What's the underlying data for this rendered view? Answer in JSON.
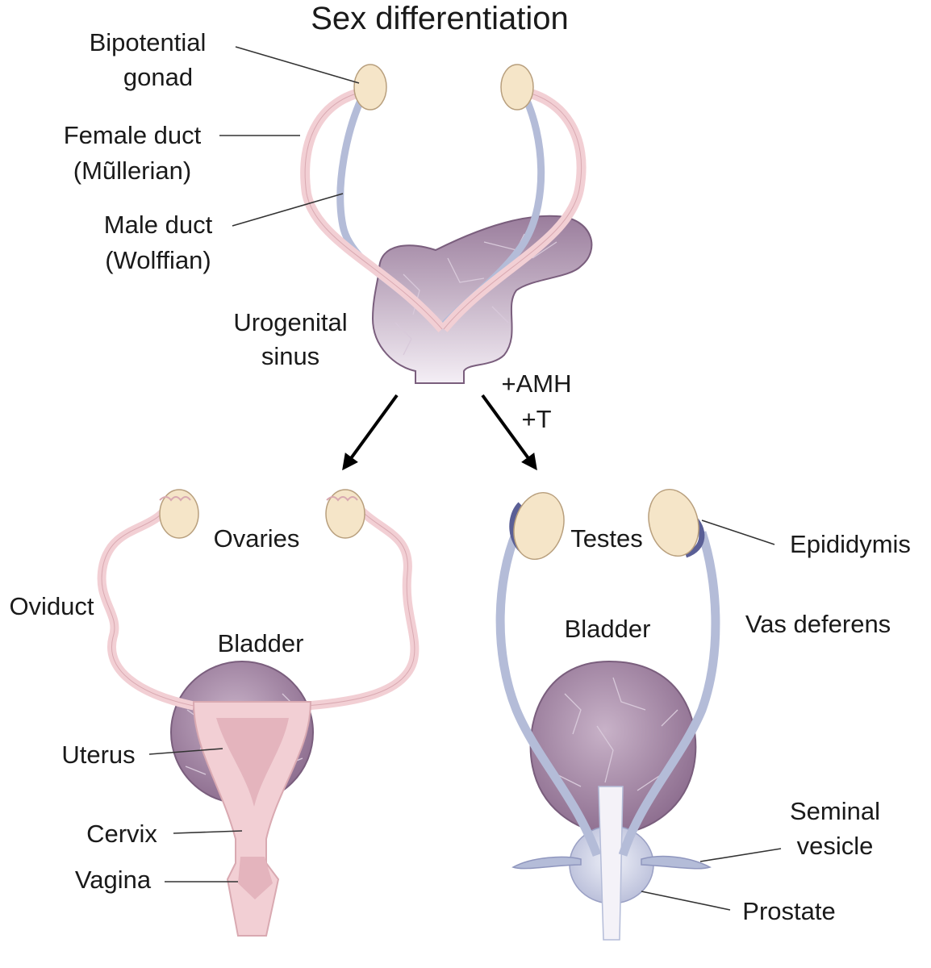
{
  "title": "Sex differentiation",
  "top": {
    "bipotential_gonad": [
      "Bipotential",
      "gonad"
    ],
    "female_duct": [
      "Female duct",
      "(Mũllerian)"
    ],
    "male_duct": [
      "Male duct",
      "(Wolffian)"
    ],
    "urogenital_sinus": [
      "Urogenital",
      "sinus"
    ]
  },
  "arrow_label": [
    "+AMH",
    "+T"
  ],
  "female": {
    "ovaries": "Ovaries",
    "oviduct": "Oviduct",
    "bladder": "Bladder",
    "uterus": "Uterus",
    "cervix": "Cervix",
    "vagina": "Vagina"
  },
  "male": {
    "testes": "Testes",
    "epididymis": "Epididymis",
    "bladder": "Bladder",
    "vas_deferens": "Vas deferens",
    "seminal_vesicle": [
      "Seminal",
      "vesicle"
    ],
    "prostate": "Prostate"
  },
  "colors": {
    "organ_purple": "#9a7d9c",
    "organ_light": "#e9dde8",
    "mullerian_pink": "#f2cfd4",
    "wolffian_blue": "#b4bcd8",
    "gonad_cream": "#f5e5c8",
    "epididymis_dark": "#5a5f96"
  }
}
